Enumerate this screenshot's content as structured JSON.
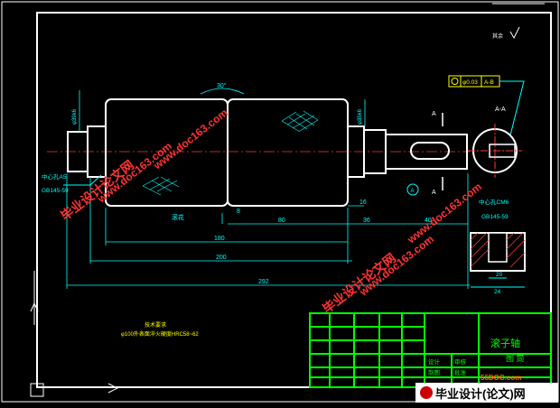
{
  "dimensions": {
    "d180": "180",
    "d200": "200",
    "d292": "292",
    "d80": "80",
    "d36": "36",
    "d40": "40",
    "d16": "16",
    "d8": "8",
    "d24": "24",
    "d20": "20",
    "angle30": "30°",
    "dia_left": "φ39k6",
    "dia_right": "φ35k6"
  },
  "annotations": {
    "center_hole_left_1": "中心孔A5",
    "center_hole_left_2": "GB145-59",
    "center_hole_right_1": "中心孔CM6",
    "center_hole_right_2": "GB145-59",
    "tolerance_value": "φ0.03",
    "tolerance_datum": "A-B",
    "section_mark": "A-A",
    "cut_a_top": "A",
    "cut_a_bottom": "A",
    "datum_a": "A",
    "roughness_mark": "其余",
    "knurl_label": "滚花",
    "tech_req_title": "技术要求",
    "tech_req_text": "φ100外表面淬火硬度HRC58~62"
  },
  "title_block": {
    "name": "滚子轴",
    "sub": "图 筒",
    "row1a": "设计",
    "row1b": "审核",
    "row2a": "制图",
    "row2b": "批准"
  },
  "watermarks": {
    "wm1_cn": "毕业设计论文网",
    "wm1_url": "www.doc163.com",
    "wm2_cn": "毕业设计论文网",
    "wm2_url": "www.doc163.com",
    "wm3_url": "www.doc163.com",
    "logo_url": "56DOC.com",
    "logo_text": "毕业设计(论文)网"
  },
  "colors": {
    "background": "#000000",
    "frame": "#ffffff",
    "dimension": "#00ffff",
    "centerline": "#ff0000",
    "title_block": "#00ff00",
    "watermark": "#ff3333",
    "annotation": "#ffff00"
  }
}
